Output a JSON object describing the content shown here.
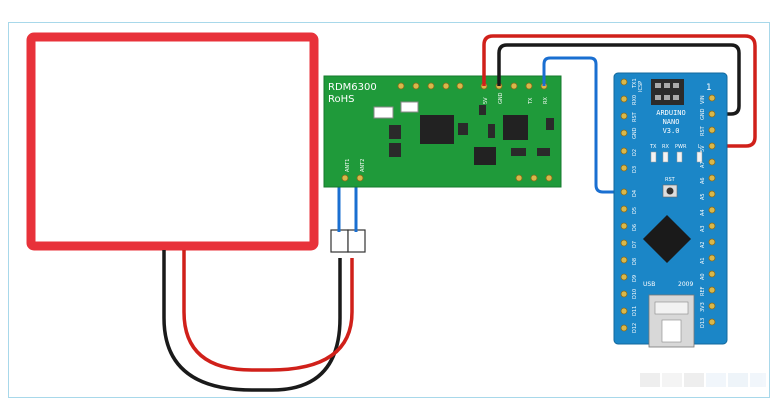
{
  "rfid_module": {
    "name": "RDM6300",
    "compliance": "RoHS",
    "chip_label": "",
    "pins": [
      "5V",
      "GND",
      "",
      "TX",
      "RX"
    ],
    "antenna_pins": [
      "ANT1",
      "ANT2"
    ]
  },
  "arduino": {
    "brand": "ARDUINO",
    "model": "NANO",
    "version": "V3.0",
    "year": "2009",
    "usb_label": "USB",
    "header_label": "ICSP",
    "led_labels": [
      "TX",
      "RX",
      "PWR",
      "L"
    ],
    "reset_label": "RST",
    "corner_mark": "1",
    "left_pins": [
      "TX1",
      "RX0",
      "RST",
      "GND",
      "D2",
      "D3",
      "D4",
      "D5",
      "D6",
      "D7",
      "D8",
      "D9",
      "D10",
      "D11",
      "D12"
    ],
    "right_pins": [
      "VIN",
      "GND",
      "RST",
      "5V",
      "A7",
      "A6",
      "A5",
      "A4",
      "A3",
      "A2",
      "A1",
      "A0",
      "REF",
      "3V3",
      "D13"
    ]
  },
  "colors": {
    "antenna_coil": "#e8323a",
    "rfid_board": "#1f9a3a",
    "arduino_board": "#1b86c7",
    "wire_red": "#d0201a",
    "wire_black": "#1a1a1a",
    "wire_blue": "#1a6fd1",
    "frame_border": "#a8d8ea"
  }
}
